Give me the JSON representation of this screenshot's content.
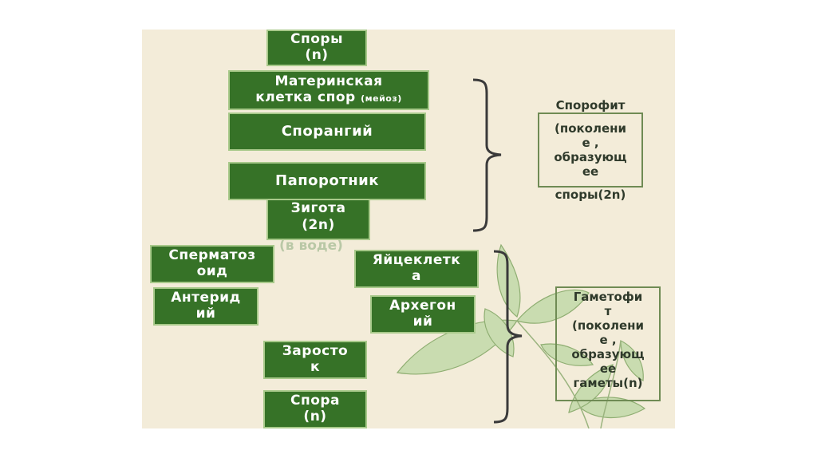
{
  "cycle_boxes": {
    "spores_n": [
      "Споры",
      "(n)"
    ],
    "mother_cell": [
      "Материнская",
      "клетка спор"
    ],
    "mother_cell_note": "(мейоз)",
    "sporangium": "Спорангий",
    "fern": "Папоротник",
    "zygote": [
      "Зигота",
      "(2n)"
    ],
    "zygote_note": "(в воде)",
    "sperm": [
      "Сперматоз",
      "оид"
    ],
    "egg": [
      "Яйцеклетк",
      "а"
    ],
    "antheridium": [
      "Антерид",
      "ий"
    ],
    "archegonium": [
      "Архегон",
      "ий"
    ],
    "prothallus": [
      "Заросто",
      "к"
    ],
    "spore_n": [
      "Спора",
      "(n)"
    ]
  },
  "labels": {
    "sporophyte": [
      "Спорофит",
      "(поколени",
      "е ,",
      "образующ",
      "ее",
      "споры(2n)"
    ],
    "gametophyte": [
      "Гаметофи",
      "т",
      "(поколени",
      "е ,",
      "образующ",
      "ее",
      "гаметы(n)"
    ]
  },
  "colors": {
    "box_fill": "#367227",
    "box_border": "#a8c98a",
    "background": "#f3ecd9",
    "bracket": "#3a3a3a"
  }
}
